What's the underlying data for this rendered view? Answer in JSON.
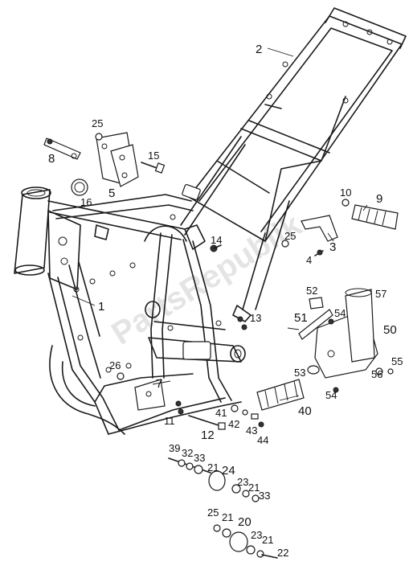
{
  "watermark": "PartsRepublik",
  "labels": {
    "l1": "1",
    "l2": "2",
    "l3": "3",
    "l4": "4",
    "l5": "5",
    "l7": "7",
    "l8": "8",
    "l9": "9",
    "l10": "10",
    "l11": "11",
    "l12": "12",
    "l13": "13",
    "l14": "14",
    "l15": "15",
    "l16": "16",
    "l20": "20",
    "l21a": "21",
    "l21b": "21",
    "l21c": "21",
    "l21d": "21",
    "l22": "22",
    "l23a": "23",
    "l23b": "23",
    "l24": "24",
    "l25a": "25",
    "l25b": "25",
    "l25c": "25",
    "l26": "26",
    "l32": "32",
    "l33a": "33",
    "l33b": "33",
    "l39": "39",
    "l40": "40",
    "l41": "41",
    "l42": "42",
    "l43": "43",
    "l44": "44",
    "l50": "50",
    "l51": "51",
    "l52": "52",
    "l53": "53",
    "l54a": "54",
    "l54b": "54",
    "l55": "55",
    "l56": "56",
    "l57": "57"
  }
}
